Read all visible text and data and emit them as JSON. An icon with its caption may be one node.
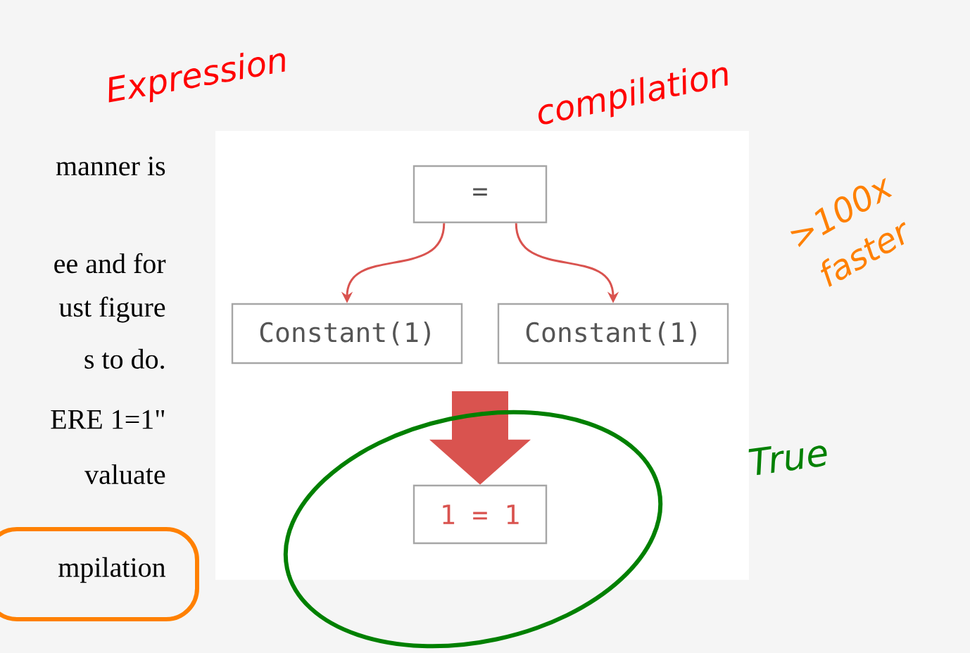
{
  "diagram": {
    "nodes": [
      {
        "text": [
          "="
        ]
      },
      {
        "text": [
          "Constant(1)"
        ]
      },
      {
        "text": [
          "Constant(1)"
        ]
      },
      {
        "text": [
          "1 = 1"
        ]
      }
    ],
    "edges": [
      {
        "from": 0,
        "to": 1,
        "arrow": "to"
      },
      {
        "from": 0,
        "to": 2,
        "arrow": "to"
      },
      {
        "from": null,
        "to": 3,
        "arrow": "to",
        "style": "thick"
      }
    ],
    "labels": [
      "Expression",
      "compilation",
      "manner is",
      ">100x faster",
      "ee and for",
      "ust figure",
      "s to do.",
      "ERE 1=1\"",
      "True",
      "valuate",
      "mpilation"
    ]
  }
}
